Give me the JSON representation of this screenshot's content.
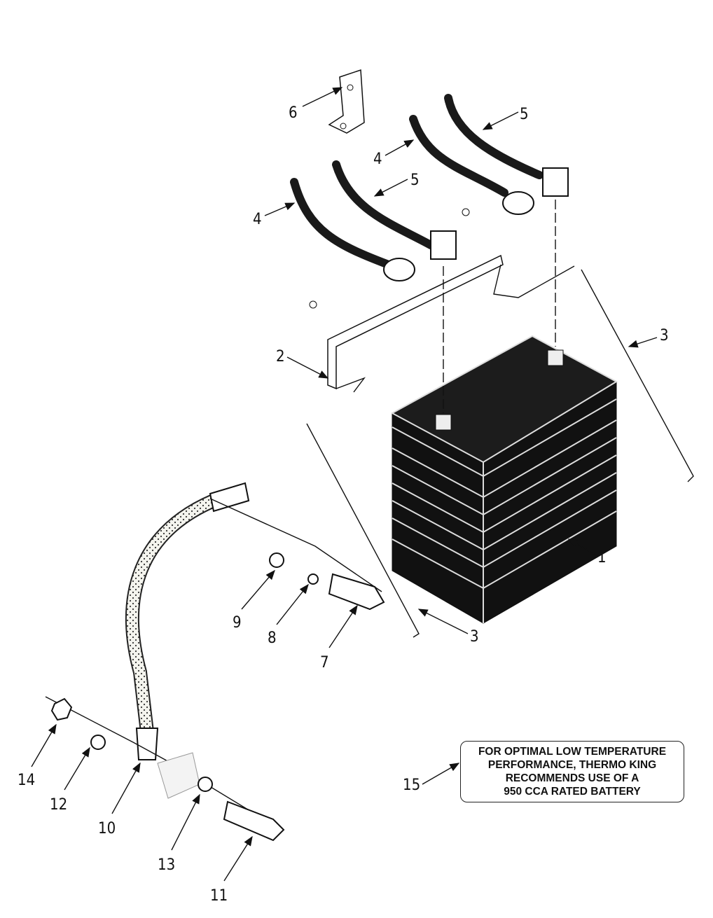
{
  "callouts": {
    "c1": "1",
    "c2": "2",
    "c3a": "3",
    "c3b": "3",
    "c4a": "4",
    "c4b": "4",
    "c5a": "5",
    "c5b": "5",
    "c6": "6",
    "c7": "7",
    "c8": "8",
    "c9": "9",
    "c10": "10",
    "c11": "11",
    "c12": "12",
    "c13": "13",
    "c14": "14",
    "c15": "15"
  },
  "note": {
    "line1": "FOR OPTIMAL LOW TEMPERATURE",
    "line2": "PERFORMANCE, THERMO KING",
    "line3": "RECOMMENDS USE OF A",
    "line4": "950 CCA RATED BATTERY"
  }
}
